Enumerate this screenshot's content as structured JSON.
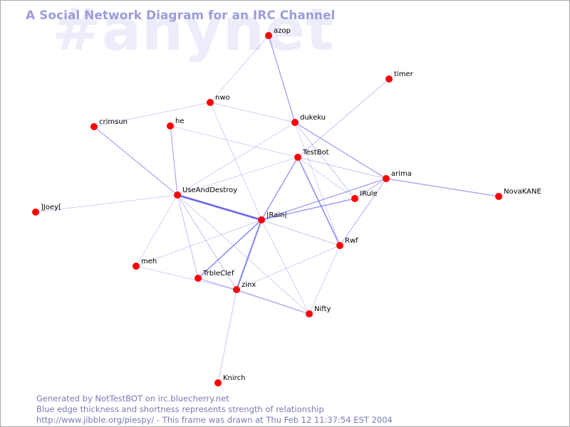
{
  "watermark": "#anynet",
  "title": "A Social Network Diagram for an IRC Channel",
  "footer": {
    "line1": "Generated by NotTestBOT on irc.bluecherry.net",
    "line2": "Blue edge thickness and shortness represents strength of relationship",
    "line3": "http://www.jibble.org/piespy/ - This frame was drawn at Thu Feb 12 11:37:54 EST 2004"
  },
  "colors": {
    "node": "#ff0000",
    "edge": "#5a5aee",
    "title": "#9c9cdc",
    "watermark": "#ececfb",
    "footer": "#7a7ab8"
  },
  "nodes": [
    {
      "id": "azop",
      "label": "azop"
    },
    {
      "id": "timer",
      "label": "timer"
    },
    {
      "id": "nwo",
      "label": "nwo"
    },
    {
      "id": "crimsun",
      "label": "crimsun"
    },
    {
      "id": "he",
      "label": "he"
    },
    {
      "id": "dukeku",
      "label": "dukeku"
    },
    {
      "id": "TestBot",
      "label": "TestBot"
    },
    {
      "id": "arima",
      "label": "arima"
    },
    {
      "id": "NovaKANE",
      "label": "NovaKANE"
    },
    {
      "id": "UseAndDestroy",
      "label": "UseAndDestroy"
    },
    {
      "id": "IRule",
      "label": "IRule"
    },
    {
      "id": "Joey",
      "label": "]Joey["
    },
    {
      "id": "Rain",
      "label": "|Rain|"
    },
    {
      "id": "Rwf",
      "label": "Rwf"
    },
    {
      "id": "meh",
      "label": "meh"
    },
    {
      "id": "TrbleClef",
      "label": "TrbleClef"
    },
    {
      "id": "zinx",
      "label": "zinx"
    },
    {
      "id": "Nifty",
      "label": "Nifty"
    },
    {
      "id": "Knirch",
      "label": "Knirch"
    }
  ],
  "edges": [
    {
      "from": "UseAndDestroy",
      "to": "Rain",
      "strength": 4
    },
    {
      "from": "Rain",
      "to": "zinx",
      "strength": 3
    },
    {
      "from": "TestBot",
      "to": "Rwf",
      "strength": 2.5
    },
    {
      "from": "Rain",
      "to": "TrbleClef",
      "strength": 2.5
    },
    {
      "from": "Rain",
      "to": "IRule",
      "strength": 2.2
    },
    {
      "from": "Rain",
      "to": "TestBot",
      "strength": 2.2
    },
    {
      "from": "Rain",
      "to": "arima",
      "strength": 2
    },
    {
      "from": "dukeku",
      "to": "arima",
      "strength": 2
    },
    {
      "from": "azop",
      "to": "dukeku",
      "strength": 2
    },
    {
      "from": "arima",
      "to": "NovaKANE",
      "strength": 2
    },
    {
      "from": "UseAndDestroy",
      "to": "crimsun",
      "strength": 1.8
    },
    {
      "from": "UseAndDestroy",
      "to": "he",
      "strength": 1.8
    },
    {
      "from": "zinx",
      "to": "Nifty",
      "strength": 1.6
    },
    {
      "from": "arima",
      "to": "Rwf",
      "strength": 1.5
    },
    {
      "from": "arima",
      "to": "IRule",
      "strength": 1.5
    },
    {
      "from": "UseAndDestroy",
      "to": "TrbleClef",
      "strength": 1.3
    },
    {
      "from": "UseAndDestroy",
      "to": "zinx",
      "strength": 1.3
    },
    {
      "from": "TrbleClef",
      "to": "zinx",
      "strength": 1.3
    },
    {
      "from": "Rain",
      "to": "Rwf",
      "strength": 1.2
    },
    {
      "from": "TestBot",
      "to": "timer",
      "strength": 1.2
    },
    {
      "from": "TestBot",
      "to": "arima",
      "strength": 1.2
    },
    {
      "from": "dukeku",
      "to": "IRule",
      "strength": 1.2
    },
    {
      "from": "zinx",
      "to": "Knirch",
      "strength": 1.2
    },
    {
      "from": "UseAndDestroy",
      "to": "Joey",
      "strength": 1
    },
    {
      "from": "UseAndDestroy",
      "to": "meh",
      "strength": 1
    },
    {
      "from": "UseAndDestroy",
      "to": "TestBot",
      "strength": 1
    },
    {
      "from": "UseAndDestroy",
      "to": "dukeku",
      "strength": 1
    },
    {
      "from": "UseAndDestroy",
      "to": "Nifty",
      "strength": 1
    },
    {
      "from": "nwo",
      "to": "azop",
      "strength": 1
    },
    {
      "from": "nwo",
      "to": "crimsun",
      "strength": 1
    },
    {
      "from": "nwo",
      "to": "dukeku",
      "strength": 1
    },
    {
      "from": "nwo",
      "to": "Rain",
      "strength": 1
    },
    {
      "from": "he",
      "to": "TestBot",
      "strength": 1
    },
    {
      "from": "dukeku",
      "to": "Rwf",
      "strength": 1
    },
    {
      "from": "TestBot",
      "to": "IRule",
      "strength": 1
    },
    {
      "from": "Rain",
      "to": "meh",
      "strength": 1
    },
    {
      "from": "Rain",
      "to": "Nifty",
      "strength": 1
    },
    {
      "from": "meh",
      "to": "zinx",
      "strength": 1
    },
    {
      "from": "zinx",
      "to": "Rwf",
      "strength": 1
    },
    {
      "from": "TrbleClef",
      "to": "Nifty",
      "strength": 1
    },
    {
      "from": "Rwf",
      "to": "Nifty",
      "strength": 1
    }
  ]
}
